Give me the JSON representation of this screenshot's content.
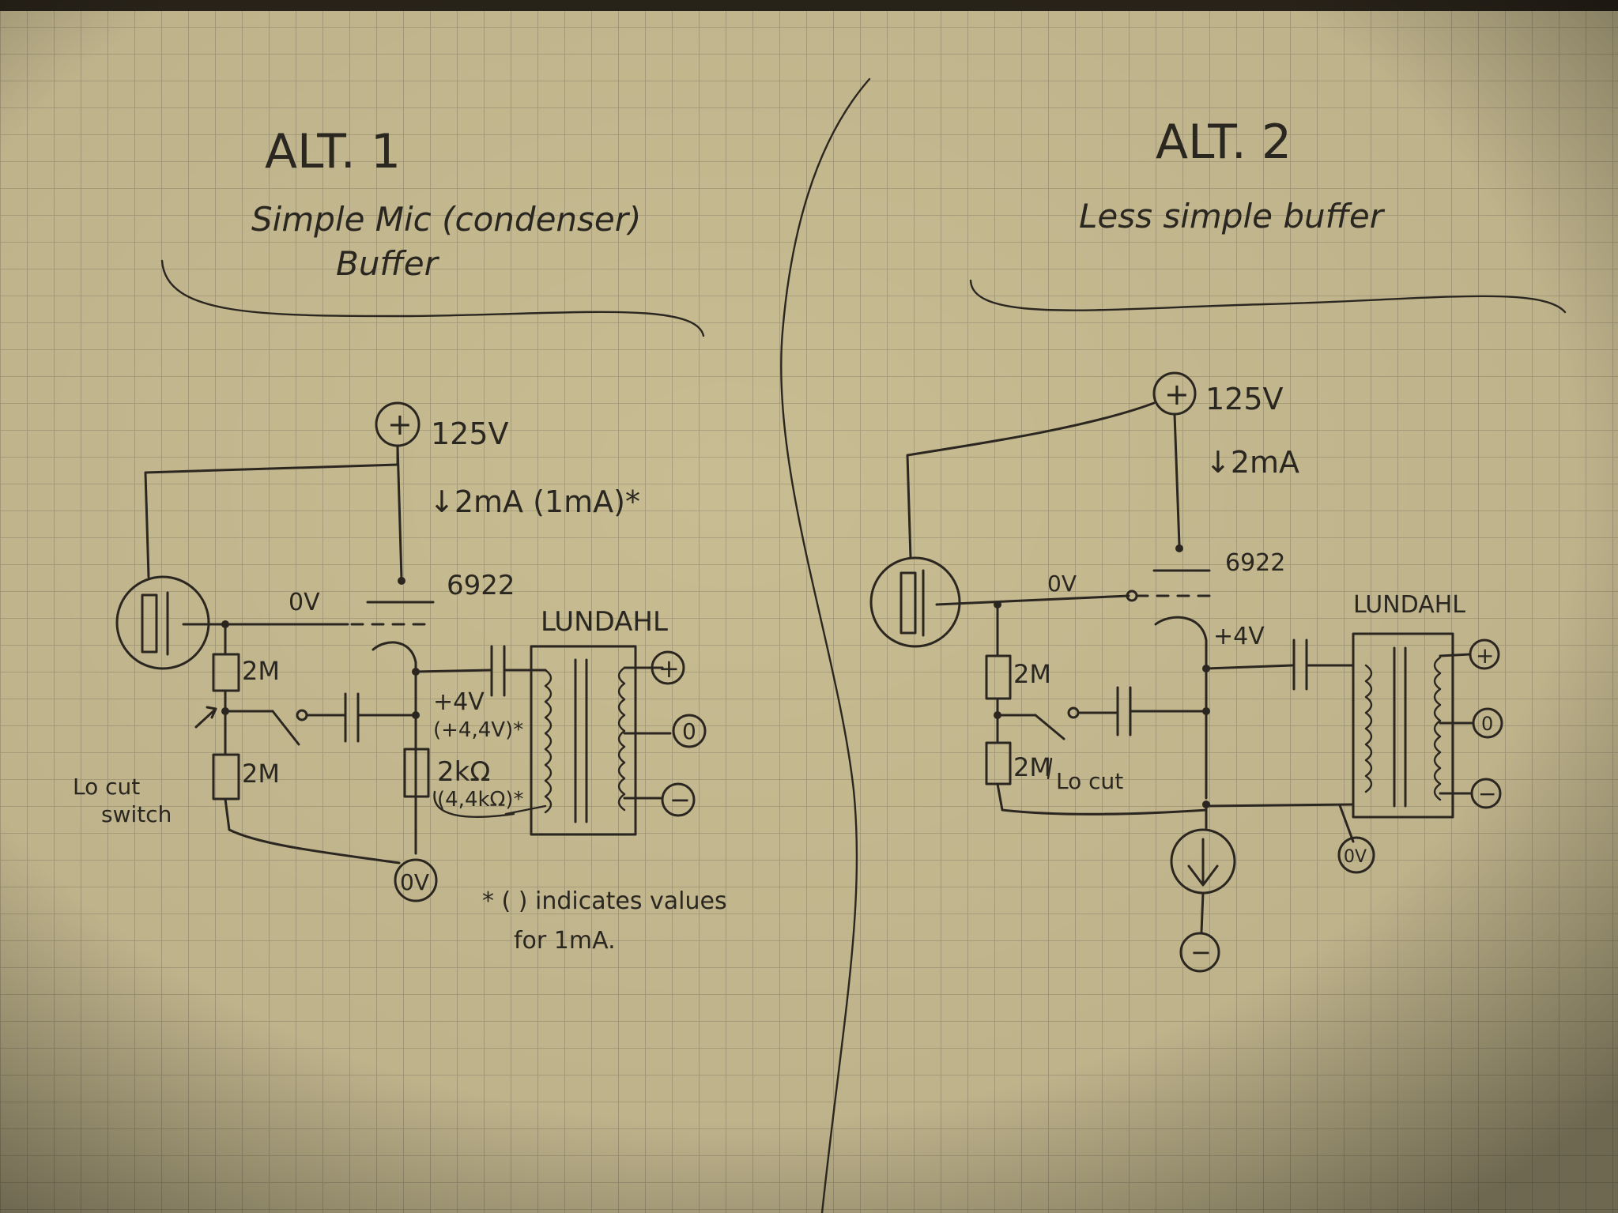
{
  "alt1": {
    "heading": "ALT. 1",
    "subtitle_line1": "Simple Mic (condenser)",
    "subtitle_line2": "Buffer",
    "supply_label": "125V",
    "current_label": "↓2mA (1mA)*",
    "ground_label_top": "0V",
    "tube_label": "6922",
    "transformer_label": "LUNDAHL",
    "resistor_top": "2M",
    "resistor_bottom": "2M",
    "cathode_voltage": "+4V",
    "cathode_voltage_alt": "(+4,4V)*",
    "cathode_resistor": "2kΩ",
    "cathode_resistor_alt": "(4,4kΩ)*",
    "ground_node": "0V",
    "switch_label_line1": "Lo cut",
    "switch_label_line2": "switch",
    "footnote_line1": "* ( ) indicates values",
    "footnote_line2": "for 1mA.",
    "out_plus": "+",
    "out_zero": "0",
    "out_minus": "−",
    "supply_symbol": "+"
  },
  "alt2": {
    "heading": "ALT. 2",
    "subtitle": "Less simple buffer",
    "supply_label": "125V",
    "current_label": "↓2mA",
    "ground_label_top": "0V",
    "tube_label": "6922",
    "transformer_label": "LUNDAHL",
    "cathode_voltage": "+4V",
    "resistor_top": "2M",
    "resistor_bottom": "2M",
    "switch_label": "Lo cut",
    "ground_node": "0V",
    "out_plus": "+",
    "out_zero": "0",
    "out_minus": "−",
    "supply_symbol": "+",
    "neg_supply_symbol": "−"
  },
  "colors": {
    "paper": "#c9bd93",
    "grid": "#a39a77",
    "ink": "#2b2720"
  }
}
